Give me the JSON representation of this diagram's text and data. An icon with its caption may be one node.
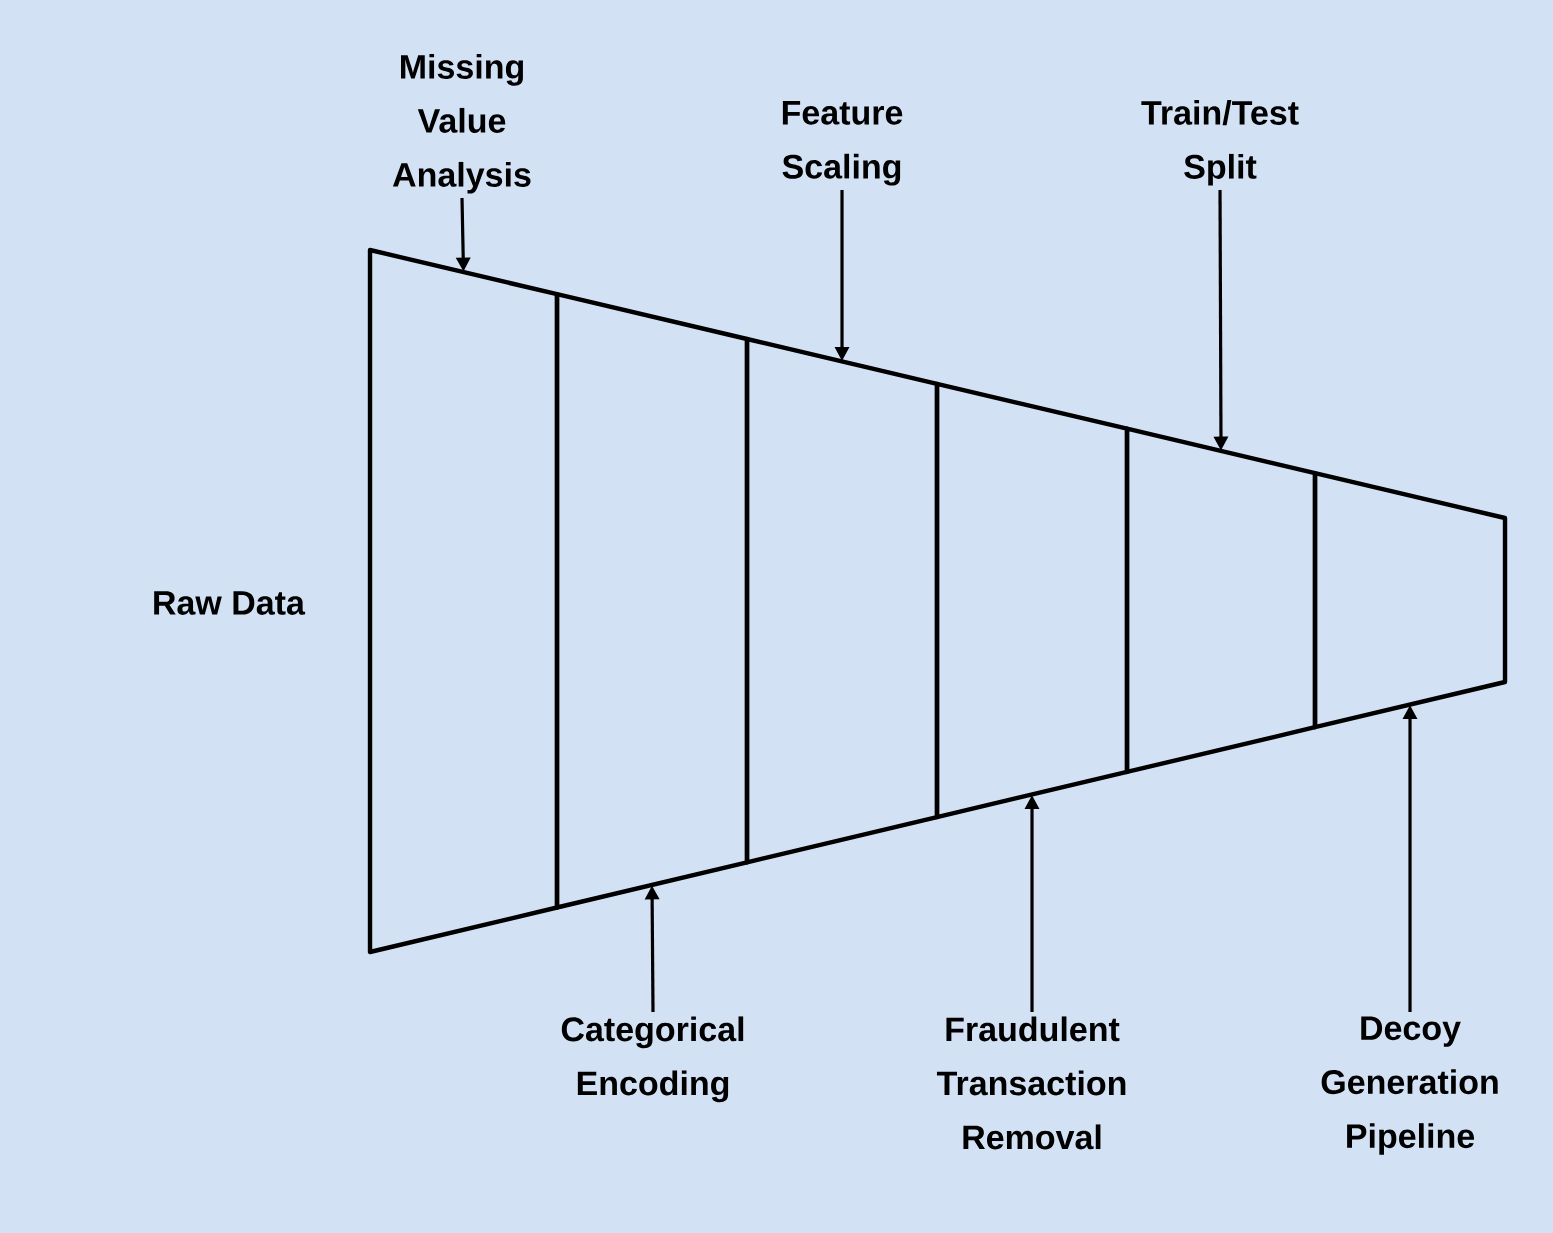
{
  "diagram": {
    "nodes": [
      {
        "text": [],
        "shape": "box"
      },
      {
        "text": [],
        "shape": "box"
      },
      {
        "text": [],
        "shape": "box"
      },
      {
        "text": [],
        "shape": "box"
      },
      {
        "text": [],
        "shape": "box"
      },
      {
        "text": [],
        "shape": "box"
      },
      {
        "text": [
          "Missing Value Analysis"
        ]
      },
      {
        "text": [
          "Feature Scaling"
        ]
      },
      {
        "text": [
          "Train/Test Split"
        ]
      },
      {
        "text": [
          "Categorical Encoding"
        ]
      },
      {
        "text": [
          "Fraudulent Transaction Removal"
        ]
      },
      {
        "text": [
          "Decoy Generation Pipeline"
        ]
      }
    ],
    "edges": [
      {
        "from": 6,
        "to": 0,
        "arrow": "to"
      },
      {
        "from": 9,
        "to": 1,
        "arrow": "to"
      },
      {
        "from": 7,
        "to": 2,
        "arrow": "to"
      },
      {
        "from": 10,
        "to": 3,
        "arrow": "to"
      },
      {
        "from": 8,
        "to": 4,
        "arrow": "to"
      },
      {
        "from": 11,
        "to": 5,
        "arrow": "to"
      }
    ],
    "labels": [
      "Raw Data"
    ]
  }
}
